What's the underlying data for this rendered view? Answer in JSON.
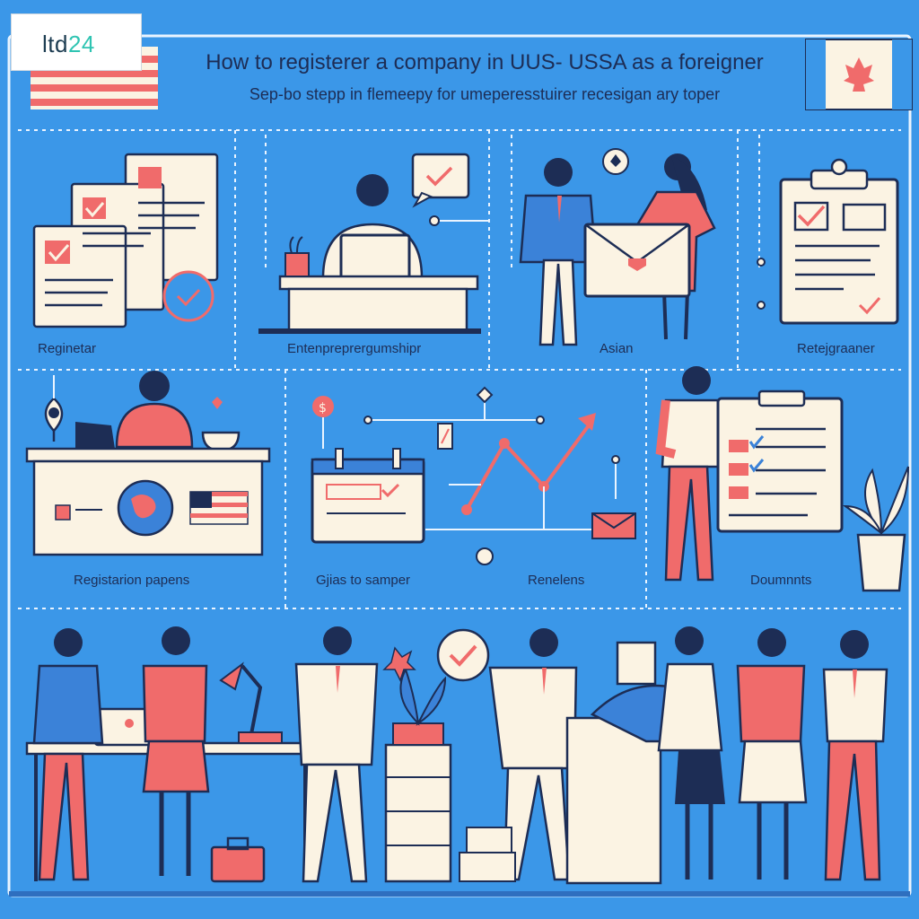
{
  "logo": {
    "part1": "ltd",
    "part2": "24"
  },
  "header": {
    "title": "How to registerer a company in UUS- USSA as a foreigner",
    "subtitle": "Sep-bo stepp in flemeepy for umeperesstuirer recesigan ary toper"
  },
  "step_labels": [
    "Reginetar",
    "Entenpreprergumshipr",
    "Asian",
    "Retejgraaner",
    "Registarion papens",
    "Gjias to samper",
    "Renelens",
    "Doumnnts"
  ],
  "colors": {
    "background": "#3b97e8",
    "accent": "#f06b6b",
    "navy": "#1d2d55",
    "paper": "#fbf3e3",
    "blue_dark": "#2e6fbf"
  },
  "icons": [
    "us-flag-icon",
    "canada-flag-icon",
    "checklist-icon",
    "laptop-icon",
    "envelope-icon",
    "clipboard-icon",
    "location-pin-icon",
    "dollar-icon",
    "calendar-icon",
    "trend-arrow-icon",
    "plant-icon",
    "lamp-icon",
    "briefcase-icon"
  ]
}
